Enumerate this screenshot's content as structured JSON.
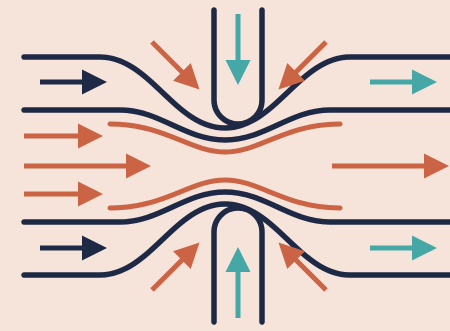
{
  "diagram": {
    "colors": {
      "background": "#f6e3d9",
      "navy": "#1e2946",
      "orange": "#cb6444",
      "teal": "#46a8a6"
    },
    "elements": {
      "streamlines": [
        "navy-outer-streamline",
        "navy-inner-streamline",
        "orange-inner-streamline"
      ],
      "pistons": [
        "top-u-channel",
        "bottom-u-channel"
      ],
      "arrows": [
        "dark-arrow",
        "orange-arrow",
        "teal-arrow"
      ]
    }
  }
}
